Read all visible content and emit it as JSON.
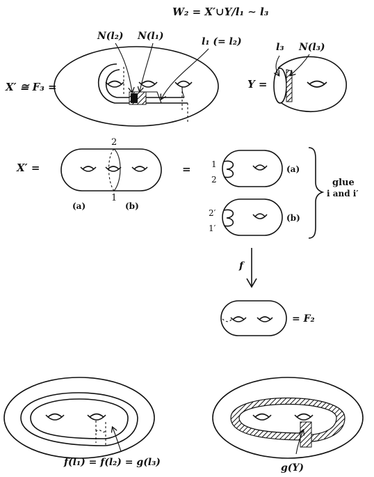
{
  "heading": "W₂ = X′∪Y/l₁ ∼ l₃",
  "top": {
    "label_xprime_cong": "X′ ≅ F₃ =",
    "label_n_l2": "N(l₂)",
    "label_n_l1": "N(l₁)",
    "label_l1_eq_l2": "l₁ (= l₂)",
    "label_l3": "l₃",
    "label_n_l3": "N(l₃)",
    "label_y": "Y ="
  },
  "middle": {
    "label_xprime": "X′ =",
    "equals": "=",
    "mark_2": "2",
    "mark_1": "1",
    "part_a": "(a)",
    "part_b": "(b)",
    "piece_a_1": "1",
    "piece_a_2": "2",
    "piece_a_tag": "(a)",
    "piece_b_2p": "2′",
    "piece_b_1p": "1′",
    "piece_b_tag": "(b)",
    "glue_line1": "glue",
    "glue_line2": "i and i′",
    "map_f": "f",
    "f2_label": "= F₂"
  },
  "bottom": {
    "left_caption": "f(l₁) = f(l₂) = g(l₃)",
    "right_caption": "g(Y)"
  }
}
